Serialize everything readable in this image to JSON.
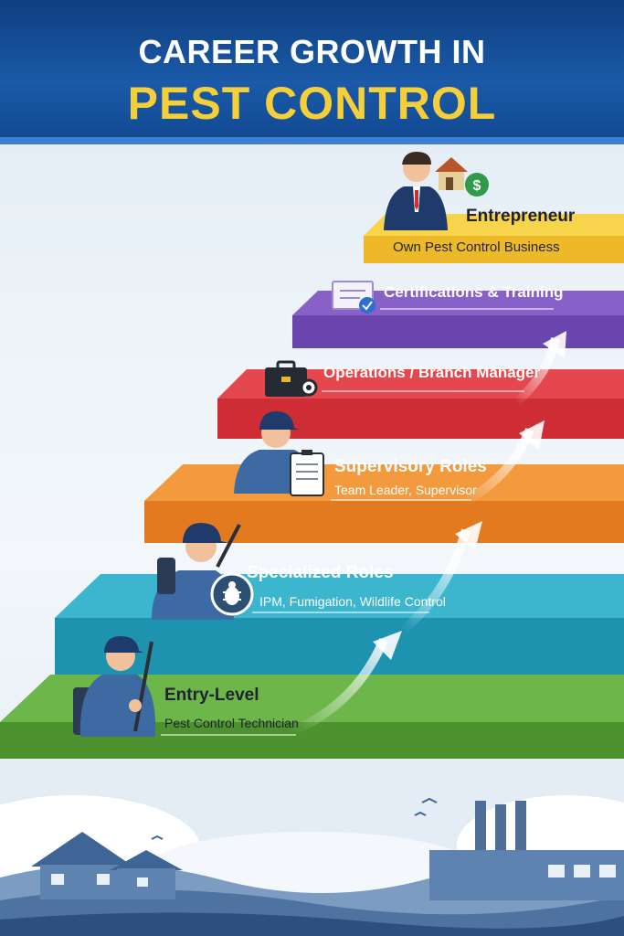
{
  "title": {
    "line1": "CAREER GROWTH IN",
    "line2": "PEST CONTROL"
  },
  "steps": [
    {
      "title": "Entry-Level",
      "subtitle": "Pest Control Technician",
      "color": "#4f9a3a"
    },
    {
      "title": "Specialized Roles",
      "subtitle": "IPM, Fumigation, Wildlife Control",
      "color": "#1e9bb7"
    },
    {
      "title": "Supervisory Roles",
      "subtitle": "Team Leader, Supervisor",
      "color": "#ea7a22"
    },
    {
      "title": "Operations / Branch Manager",
      "subtitle": "",
      "color": "#d9313a"
    },
    {
      "title": "Certifications & Training",
      "subtitle": "",
      "color": "#6e47b0"
    },
    {
      "title": "Entrepreneur",
      "subtitle": "Own Pest Control Business",
      "color": "#f2c12e"
    }
  ],
  "icons": {
    "technician": "sprayer-technician-icon",
    "specialist": "bug-specialist-icon",
    "supervisor": "clipboard-supervisor-icon",
    "manager": "briefcase-gear-icon",
    "certification": "certificate-icon",
    "entrepreneur": "businessman-house-dollar-icon"
  },
  "colors": {
    "header": "#1a5aa8",
    "title_highlight": "#f4cf3a"
  }
}
